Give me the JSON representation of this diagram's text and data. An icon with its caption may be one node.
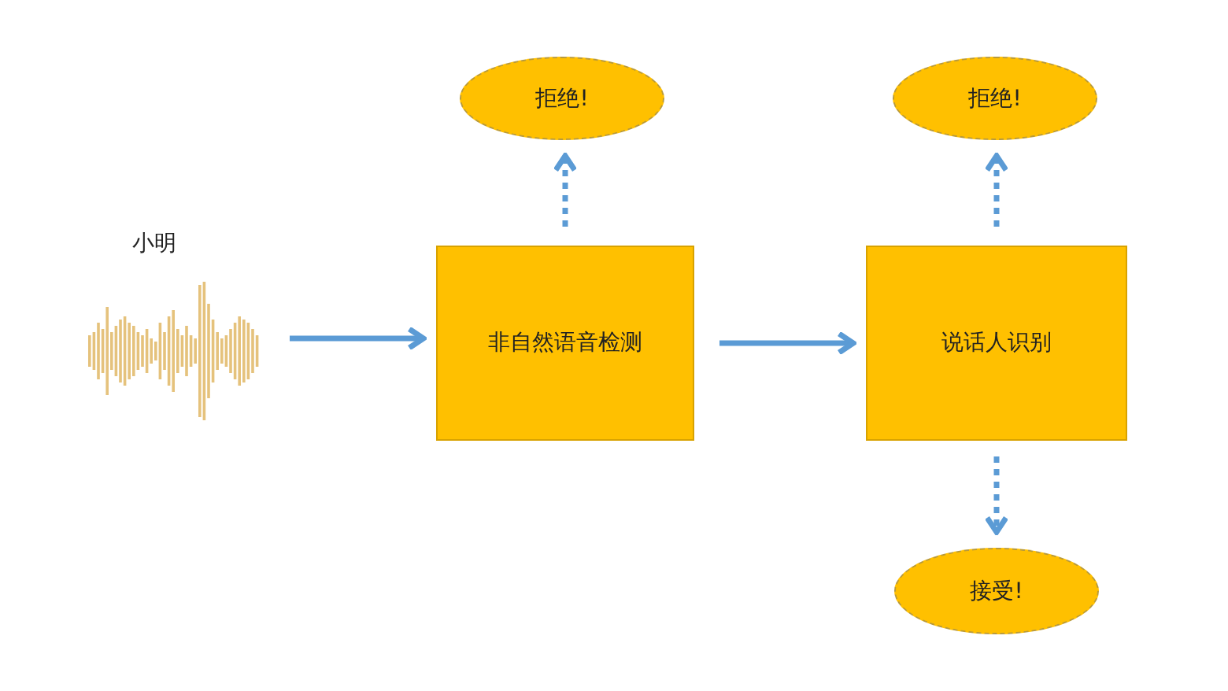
{
  "diagram": {
    "nodes": [
      {
        "text": [],
        "shape": "picture",
        "beside": [
          "小明"
        ]
      },
      {
        "text": [
          "非自然语音检测"
        ]
      },
      {
        "text": [
          "拒绝!"
        ]
      },
      {
        "text": [
          "说话人识别"
        ]
      },
      {
        "text": [
          "拒绝!"
        ]
      },
      {
        "text": [
          "接受!"
        ]
      }
    ],
    "edges": [
      {
        "from": 0,
        "to": 1,
        "arrow": "to"
      },
      {
        "from": 1,
        "to": 3,
        "arrow": "to"
      },
      {
        "from": 1,
        "to": 2,
        "arrow": "to",
        "style": "dashed"
      },
      {
        "from": 3,
        "to": 4,
        "arrow": "to",
        "style": "dashed"
      },
      {
        "from": 3,
        "to": 5,
        "arrow": "to",
        "style": "dashed"
      }
    ]
  }
}
